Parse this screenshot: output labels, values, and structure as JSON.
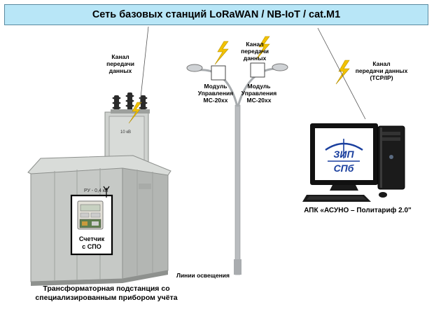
{
  "header": {
    "title": "Сеть базовых станций LoRaWAN / NB-IoT / cat.M1"
  },
  "labels": {
    "channel_left": [
      "Канал",
      "передачи",
      "данных"
    ],
    "channel_center": [
      "Канал",
      "передачи",
      "данных"
    ],
    "channel_right": [
      "Канал",
      "передачи данных",
      "(TCP/IP)"
    ],
    "module_left": [
      "Модуль",
      "Управления",
      "МС-20хх"
    ],
    "module_right": [
      "Модуль",
      "Управления",
      "МС-20хх"
    ],
    "meter": [
      "Счетчик",
      "с СПО"
    ],
    "lighting_lines": "Линии освещения",
    "substation": [
      "Трансформаторная подстанция со",
      "специализированным прибором учёта"
    ],
    "server": "АПК «АСУНО – Политариф 2.0\"",
    "ru_plate": "РУ - 0,4 кВ",
    "kv_plate": "10 кВ",
    "logo_top": "ЗИП",
    "logo_bottom": "СПб"
  },
  "colors": {
    "banner": "#b8e6f7",
    "lightning": "#f2c200",
    "kiosk": "#c9ccc9",
    "logo": "#1a3f9e"
  }
}
